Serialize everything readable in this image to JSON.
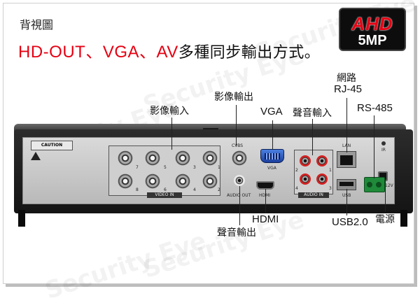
{
  "header": {
    "caption": "背視圖",
    "headline_red": "HD-OUT、VGA、AV",
    "headline_black": "多種同步輸出方式。"
  },
  "badge": {
    "top": "AHD",
    "bottom": "5MP"
  },
  "callouts": {
    "video_in": "影像輸入",
    "video_out": "影像輸出",
    "vga": "VGA",
    "audio_in": "聲音輸入",
    "network_line1": "網路",
    "network_line2": "RJ-45",
    "rs485": "RS-485",
    "hdmi": "HDMI",
    "audio_out": "聲音輸出",
    "usb": "USB2.0",
    "power": "電源"
  },
  "panel_text": {
    "caution": "CAUTION",
    "video_in": "VIDEO IN",
    "cvbs": "CVBS",
    "audio_out": "AUDIO OUT",
    "vga": "VGA",
    "hdmi": "HDMI",
    "audio_in": "AUDIO IN",
    "lan": "LAN",
    "usb": "USB",
    "ir": "IR",
    "dc": "12V",
    "bnc_numbers": [
      "7",
      "5",
      "3",
      "1",
      "8",
      "6",
      "4",
      "2"
    ],
    "audio_numbers": [
      "2",
      "1",
      "4",
      "3"
    ]
  },
  "colors": {
    "headline_red": "#e60012",
    "device_body": "#1b1b1b",
    "vga_blue": "#2f5fd0",
    "rs485_green": "#1f8a3a"
  }
}
